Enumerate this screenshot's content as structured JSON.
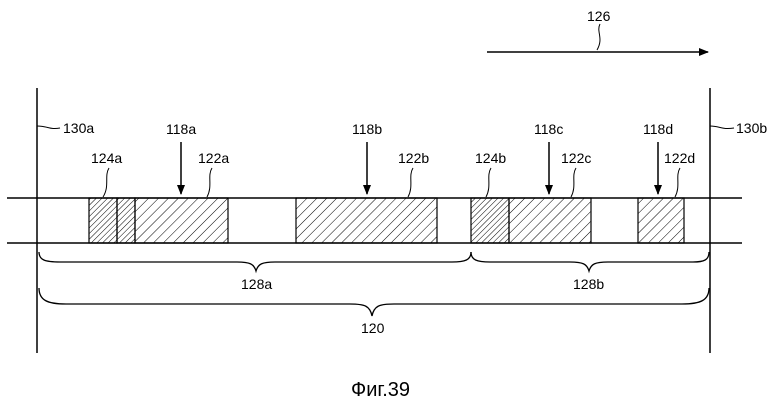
{
  "figure": {
    "caption": "Фиг.39",
    "direction_label": "126",
    "boundaries": {
      "left": "130a",
      "right": "130b"
    },
    "arrows": [
      {
        "id": "118a",
        "label": "118a"
      },
      {
        "id": "118b",
        "label": "118b"
      },
      {
        "id": "118c",
        "label": "118c"
      },
      {
        "id": "118d",
        "label": "118d"
      }
    ],
    "sections": [
      {
        "id": "124a",
        "label": "124a",
        "hatch": "dense"
      },
      {
        "id": "124a-2",
        "label": "",
        "hatch": "dense"
      },
      {
        "id": "122a",
        "label": "122a",
        "hatch": "sparse"
      },
      {
        "id": "122b",
        "label": "122b",
        "hatch": "sparse"
      },
      {
        "id": "124b",
        "label": "124b",
        "hatch": "dense"
      },
      {
        "id": "122c",
        "label": "122c",
        "hatch": "sparse"
      },
      {
        "id": "122d",
        "label": "122d",
        "hatch": "sparse"
      }
    ],
    "braces": {
      "upper": [
        {
          "id": "128a",
          "label": "128a"
        },
        {
          "id": "128b",
          "label": "128b"
        }
      ],
      "lower": {
        "id": "120",
        "label": "120"
      }
    }
  }
}
